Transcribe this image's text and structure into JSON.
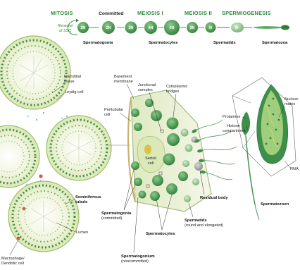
{
  "stages": {
    "mitosis": "MITOSIS",
    "committed": "Committed",
    "meiosis1": "MEIOSIS I",
    "meiosis2": "MEIOSIS II",
    "spermiogenesis": "SPERMIOGENESIS"
  },
  "ssc": {
    "line1": "Renewal",
    "line2": "of SSC"
  },
  "ploidy": {
    "two_n": "2N",
    "four_n": "4N",
    "n": "N"
  },
  "row_labels": {
    "spermatogonia": "Spermatogonia",
    "spermatocytes": "Spermatocytes",
    "spermatids": "Spermatids",
    "spermatozoa": "Spermatozoa"
  },
  "labels": {
    "interstitial_1": "Interstitial",
    "interstitial_2": "tissue",
    "leydig": "Leydig cell",
    "basement_1": "Basement",
    "basement_2": "membrane",
    "junctional_1": "Junctional",
    "junctional_2": "complex",
    "cytoplasmic_1": "Cytoplasmic",
    "cytoplasmic_2": "bridges",
    "peritubular_1": "Peritubular",
    "peritubular_2": "cell",
    "sertoli_1": "Sertoli",
    "sertoli_2": "cell",
    "protamine": "Protamine",
    "histone_1": "Histone",
    "histone_2": "compartment",
    "nuclear_1": "Nuclear",
    "nuclear_2": "matrix",
    "rna": "RNA",
    "seminiferous_1": "Seminiferous",
    "seminiferous_2": "tubule",
    "lumen": "Lumen",
    "macrophage_1": "Macrophage/",
    "macrophage_2": "Dendritic cell",
    "spermatogonia_c1": "Spermatogonia",
    "spermatogonia_c2": "(committed)",
    "spermatocytes": "Spermatocytes",
    "spermatids_1": "Spermatids",
    "spermatids_2": "(round and elongated)",
    "residual": "Residual body",
    "spermatogonium_1": "Spermatogonium",
    "spermatogonium_2": "(noncommitted)",
    "spermatozoon": "Spermatozoon"
  },
  "colors": {
    "stage_text": "#2e8b3a",
    "cell_dark": "#3f8f4a",
    "cell_light": "#e4efc8",
    "tubule_fill": "#eef3d8",
    "tubule_ring": "#b9d38c",
    "wedge_fill": "#eef4d6"
  }
}
